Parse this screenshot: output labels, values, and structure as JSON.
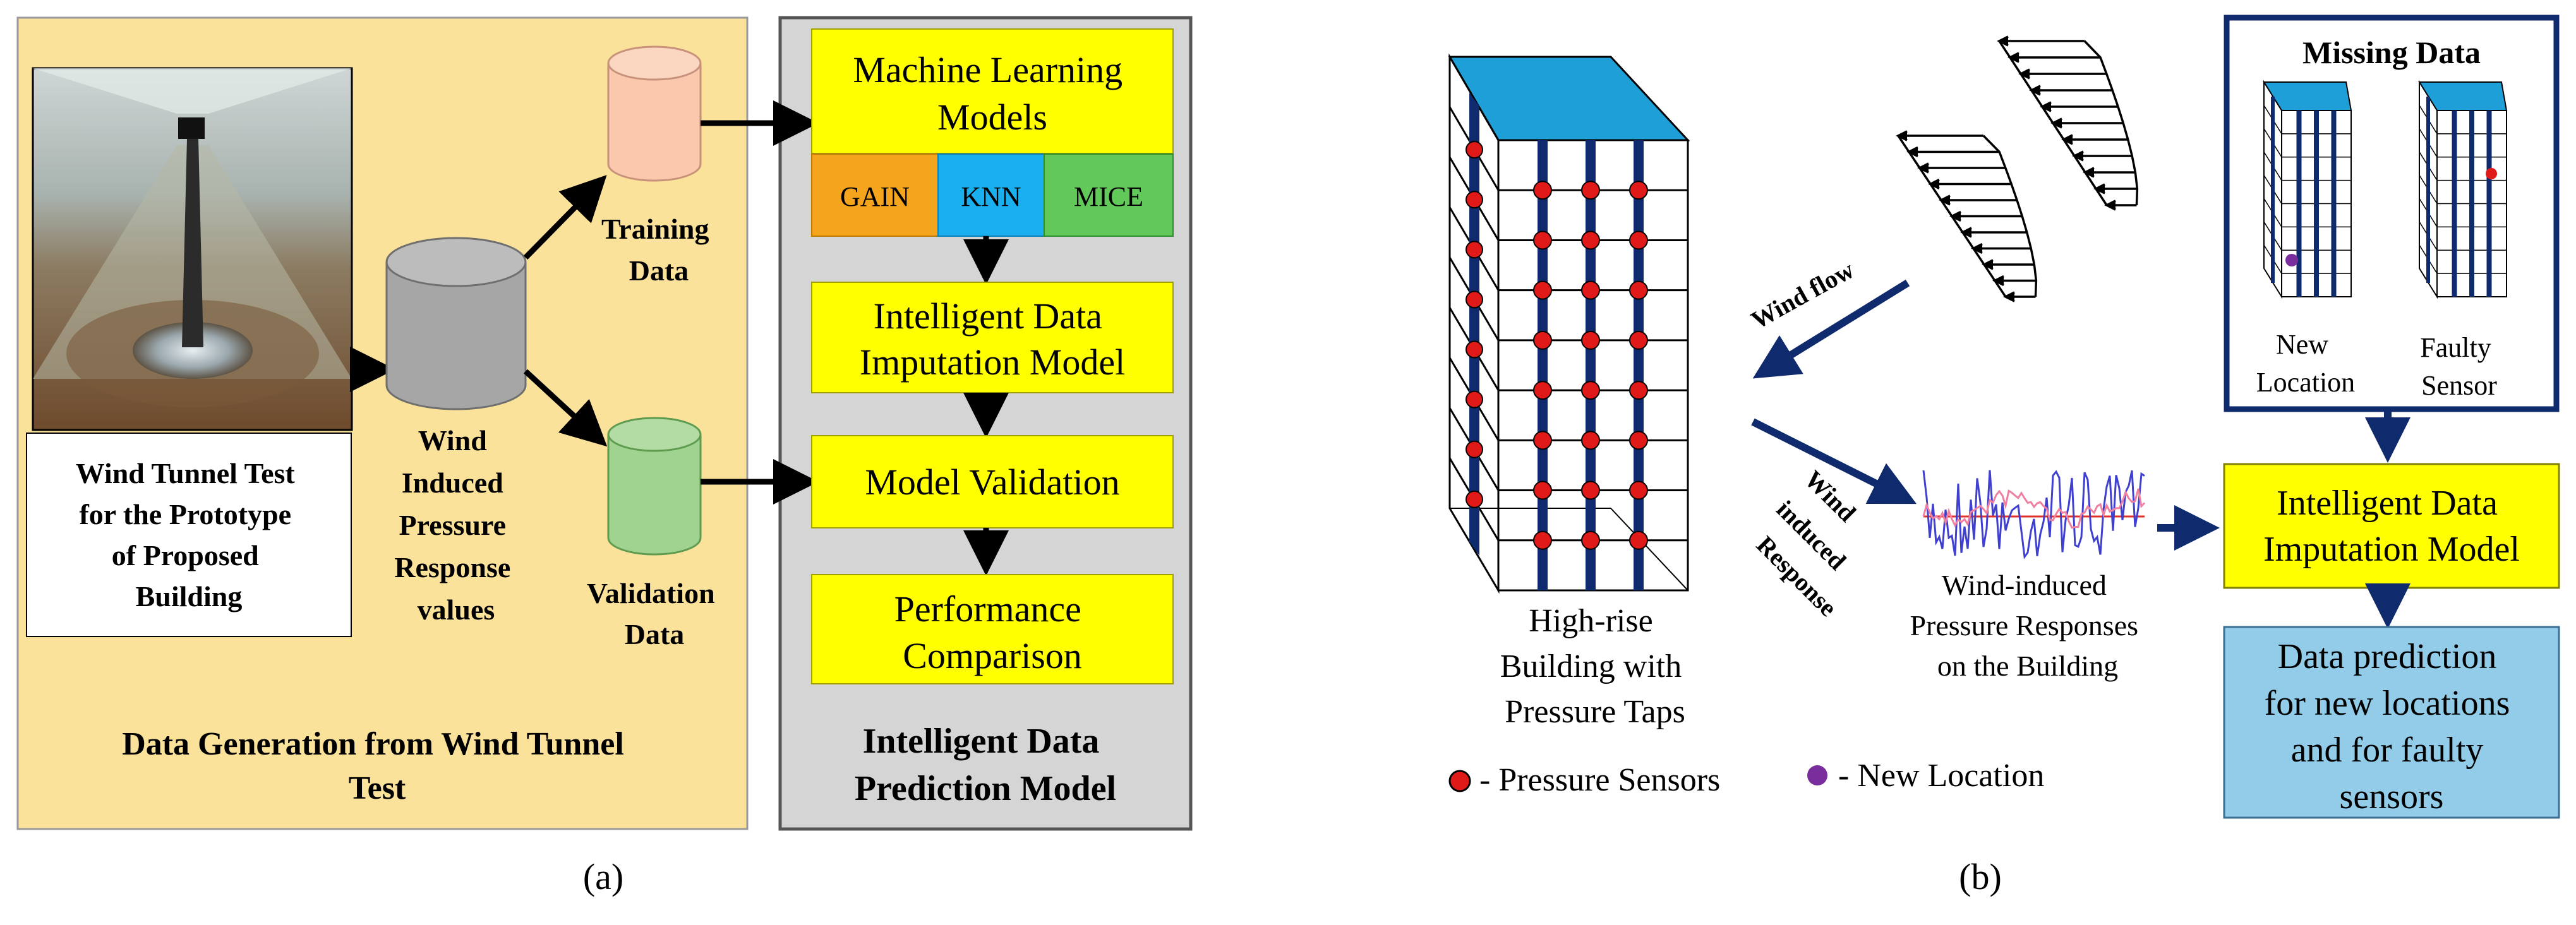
{
  "panel_a": {
    "caption": "(a)",
    "left_title": [
      "Data Generation from Wind Tunnel",
      "Test"
    ],
    "photo_caption": [
      "Wind Tunnel Test",
      "for the Prototype",
      "of Proposed",
      "Building"
    ],
    "wind_values": [
      "Wind",
      "Induced",
      "Pressure",
      "Response",
      "values"
    ],
    "training": [
      "Training",
      "Data"
    ],
    "validation": [
      "Validation",
      "Data"
    ],
    "ml_models": [
      "Machine Learning",
      "Models"
    ],
    "methods": [
      "GAIN",
      "KNN",
      "MICE"
    ],
    "imputation": [
      "Intelligent Data",
      "Imputation Model"
    ],
    "validation_box": "Model Validation",
    "performance": [
      "Performance",
      "Comparison"
    ],
    "right_title": [
      "Intelligent Data",
      "Prediction Model"
    ],
    "colors": {
      "left_bg": "#fbe29a",
      "right_bg": "#d5d5d5",
      "yellow": "#ffff00",
      "gain": "#f4a41d",
      "knn": "#1ab0f0",
      "mice": "#62c85a",
      "db_training": "#f9c8ad",
      "db_main": "#a6a6a6",
      "db_validation": "#9fd38f"
    }
  },
  "panel_b": {
    "caption": "(b)",
    "building_label": [
      "High-rise",
      "Building with",
      "Pressure Taps"
    ],
    "wind_flow": "Wind flow",
    "wind_induced": [
      "Wind",
      "induced",
      "Response"
    ],
    "responses_label": [
      "Wind-induced",
      "Pressure Responses",
      "on the Building"
    ],
    "missing_title": "Missing Data",
    "new_location": [
      "New",
      "Location"
    ],
    "faulty_sensor": [
      "Faulty",
      "Sensor"
    ],
    "imputation": [
      "Intelligent Data",
      "Imputation Model"
    ],
    "prediction": [
      "Data prediction",
      "for new locations",
      "and for faulty",
      "sensors"
    ],
    "legend_sensor": "- Pressure Sensors",
    "legend_new": "- New Location",
    "colors": {
      "navy": "#102a6e",
      "roof": "#1e9fd8",
      "sensor": "#e01919",
      "new_location": "#7a2d9c",
      "yellow": "#ffff00",
      "prediction": "#92cce8"
    }
  }
}
